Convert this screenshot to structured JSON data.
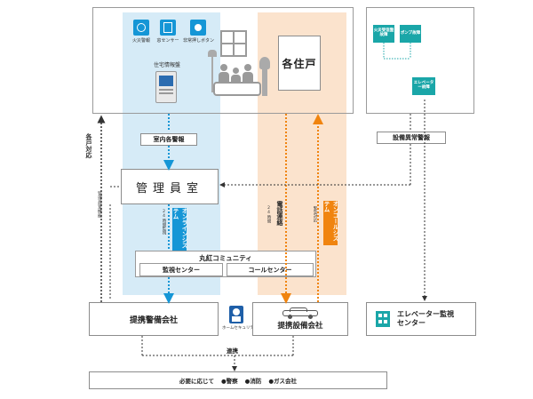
{
  "residence": {
    "sensors": [
      "火災警報",
      "窓センサー",
      "非常押しボタン"
    ],
    "panel_label": "住宅情報盤",
    "unit_label": "各住戸"
  },
  "equipment": {
    "boxes": [
      "火災受信盤故障",
      "ポンプ故障",
      "エレベーター故障"
    ],
    "alarm_label": "設備異常警報"
  },
  "alerts_label": "室内各警報",
  "office_label": "管理員室",
  "left_side": {
    "vertical_label": "各戸対応",
    "note": "管理員室機能"
  },
  "online_system": {
    "label": "オンラインシステム",
    "sub": "24時間監視"
  },
  "oncall_system": {
    "label": "オンコールシステム",
    "sub": "緊急対応"
  },
  "phone_link": {
    "label": "電話連絡",
    "sub": "24時間"
  },
  "marubeni": {
    "title": "丸紅コミュニティ",
    "monitor_center": "監視センター",
    "call_center": "コールセンター"
  },
  "security_company": "提携警備会社",
  "home_security_label": "ホームセキュリティ",
  "equipment_company": "提携設備会社",
  "elevator_center": "エレベーター監視センター",
  "link_label": "連携",
  "bottom": {
    "prefix": "必要に応じて",
    "items": [
      "●警察",
      "●消防",
      "●ガス会社"
    ]
  },
  "colors": {
    "blue_band": "#d6ebf7",
    "orange_band": "#fbe3cd",
    "blue_accent": "#1596d6",
    "orange_accent": "#f0840f",
    "teal": "#1aa6a8"
  }
}
